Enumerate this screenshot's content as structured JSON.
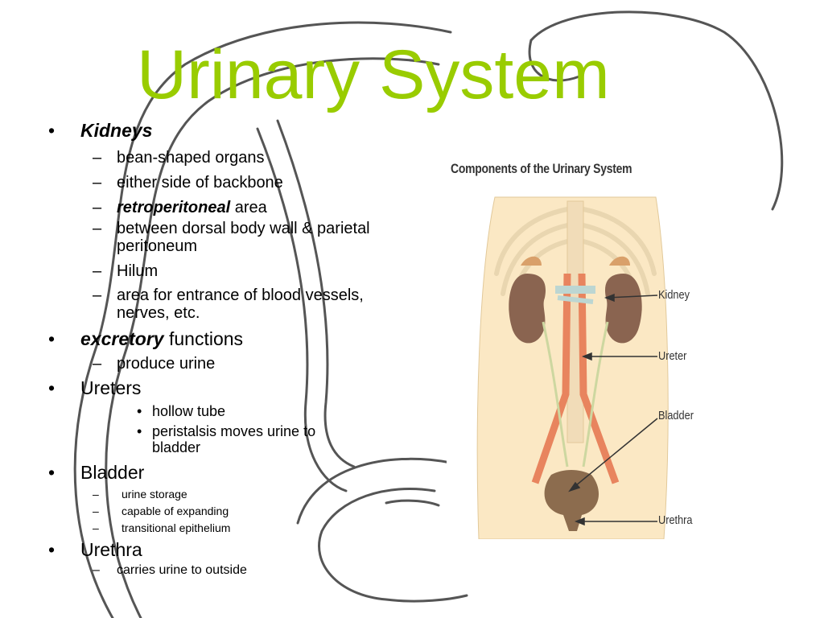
{
  "slide": {
    "title": "Urinary System"
  },
  "outline": {
    "kidneys": {
      "heading": "Kidneys",
      "points": [
        "bean-shaped organs",
        "either side of backbone"
      ],
      "retro_term": "retroperitoneal",
      "retro_rest": " area",
      "points_after": [
        "between dorsal body wall & parietal peritoneum",
        "Hilum",
        "area for entrance of blood vessels, nerves, etc."
      ]
    },
    "excretory": {
      "term": "excretory",
      "rest": " functions",
      "points": [
        "produce urine"
      ]
    },
    "ureters": {
      "heading": "Ureters",
      "points": [
        "hollow tube",
        "peristalsis moves urine to bladder"
      ]
    },
    "bladder": {
      "heading": "Bladder",
      "points": [
        "urine storage",
        "capable of expanding",
        "transitional epithelium"
      ]
    },
    "urethra": {
      "heading": "Urethra",
      "points": [
        "carries urine to outside"
      ]
    }
  },
  "figure": {
    "title": "Components of the Urinary System",
    "labels": {
      "kidney": "Kidney",
      "ureter": "Ureter",
      "bladder": "Bladder",
      "urethra": "Urethra"
    }
  },
  "colors": {
    "title": "#99cc00",
    "skin": "#fbe8c4",
    "kidney": "#8a6450",
    "ureter": "#e8845e",
    "bladder": "#8c6c4e"
  }
}
